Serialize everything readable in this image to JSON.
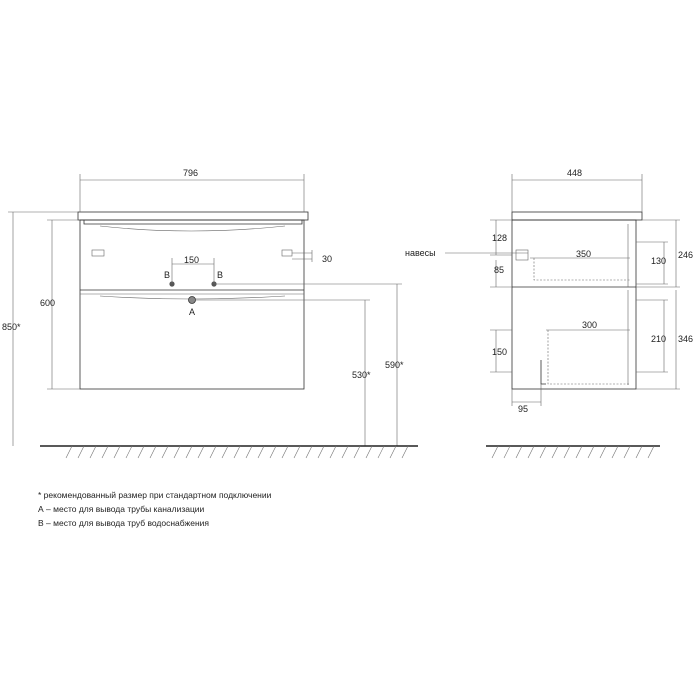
{
  "front_view": {
    "width": "796",
    "height": "850*",
    "box_height": "600",
    "pipe_spacing": "150",
    "label_b_left": "B",
    "label_b_right": "B",
    "label_a": "A",
    "hook_offset": "30",
    "drain_height": "530*",
    "supply_height": "590*"
  },
  "side_view": {
    "depth": "448",
    "hooks_label": "навесы",
    "top_gap": "128",
    "upper_gap": "85",
    "upper_cutout_width": "350",
    "upper_cutout_depth": "130",
    "upper_drawer_height": "246",
    "lower_cutout_width": "300",
    "lower_cutout_height": "150",
    "lower_cutout_depth": "210",
    "lower_drawer_height": "346",
    "bottom_offset": "95"
  },
  "notes": {
    "recommended": "* рекомендованный размер при стандартном подключении",
    "a_meaning": "А – место для вывода трубы канализации",
    "b_meaning": "В – место для вывода труб водоснабжения"
  }
}
